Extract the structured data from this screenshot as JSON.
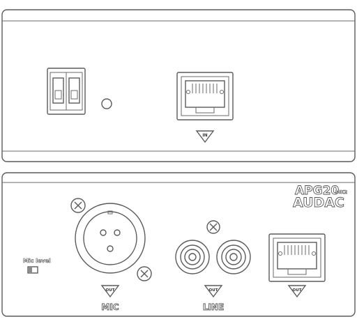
{
  "front_panel": {
    "input_label": "IN"
  },
  "rear_panel": {
    "model": "APG20",
    "model_suffix": "MK2",
    "brand": "AUDAC",
    "mic_level_label": "Mic level",
    "mic_out_label": "OUT",
    "mic_label": "MIC",
    "line_out_label": "OUT",
    "line_label": "LINE",
    "rj45_out_label": "OUT"
  }
}
